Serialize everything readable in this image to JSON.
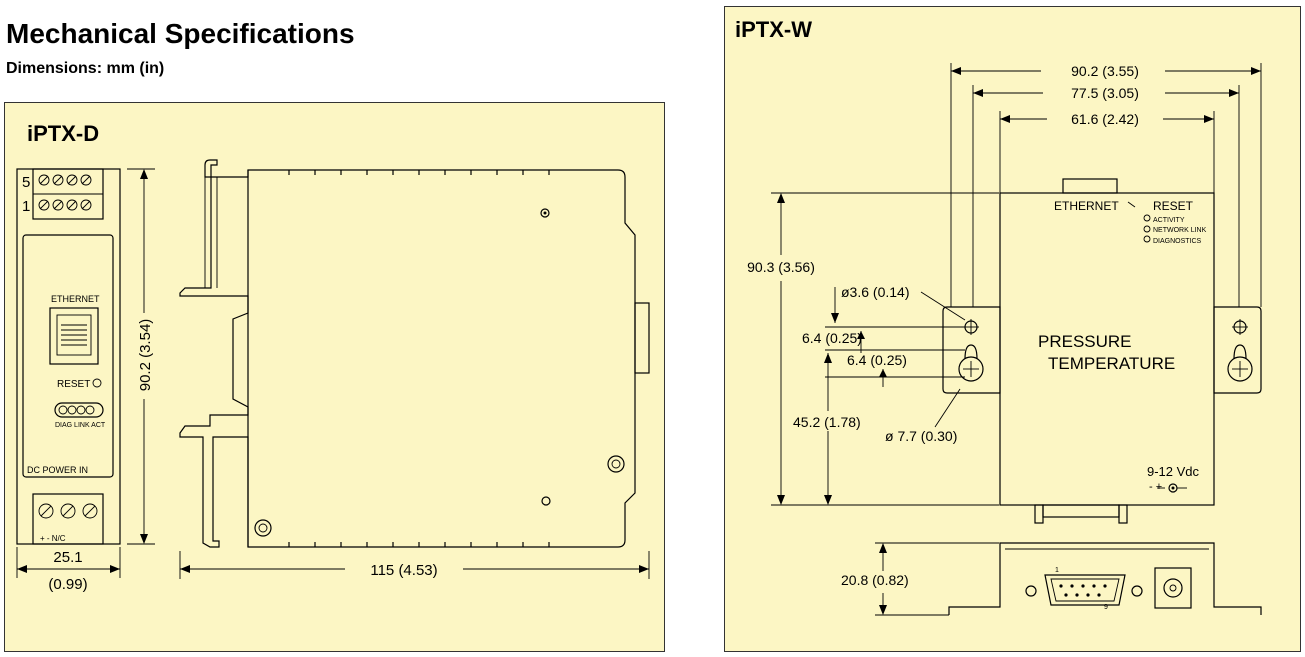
{
  "header": {
    "title": "Mechanical Specifications",
    "subtitle": "Dimensions: mm (in)"
  },
  "panel_d": {
    "title": "iPTX-D",
    "terminal_top_label": "5",
    "terminal_bottom_label": "1",
    "ethernet_label": "ETHERNET",
    "reset_label": "RESET",
    "led_labels": "DIAG  LINK  ACT",
    "power_label": "DC POWER IN",
    "power_terminals": "+    -    N/C",
    "height_dim": "90.2 (3.54)",
    "width_dim_mm": "25.1",
    "width_dim_in": "(0.99)",
    "depth_dim": "115 (4.53)"
  },
  "panel_w": {
    "title": "iPTX-W",
    "dim_top_1": "90.2 (3.55)",
    "dim_top_2": "77.5 (3.05)",
    "dim_top_3": "61.6 (2.42)",
    "dim_height": "90.3 (3.56)",
    "hole_small": "ø3.6 (0.14)",
    "offset_1": "6.4 (0.25)",
    "offset_2": "6.4 (0.25)",
    "dim_mount": "45.2 (1.78)",
    "hole_large": "ø 7.7 (0.30)",
    "ethernet_label": "ETHERNET",
    "reset_label": "RESET",
    "led_activity": "ACTIVITY",
    "led_network": "NETWORK LINK",
    "led_diag": "DIAGNOSTICS",
    "product_line1": "PRESSURE",
    "product_line2": "TEMPERATURE",
    "power_label": "9-12 Vdc",
    "power_polarity": "-          +",
    "dim_side_height": "20.8 (0.82)",
    "db9_pin1": "1",
    "db9_pin9": "9"
  }
}
